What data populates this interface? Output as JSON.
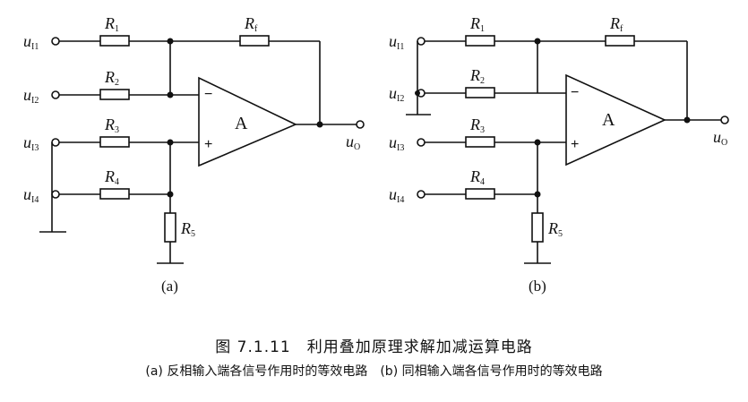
{
  "circuit_a": {
    "inputs": [
      "u",
      "u",
      "u",
      "u"
    ],
    "input_subs": [
      "I1",
      "I2",
      "I3",
      "I4"
    ],
    "resistors": [
      "R",
      "R",
      "R",
      "R",
      "R",
      "R"
    ],
    "resistor_subs": [
      "1",
      "2",
      "3",
      "4",
      "5",
      "f"
    ],
    "amp_label": "A",
    "minus": "−",
    "plus": "+",
    "output": "u",
    "output_sub": "O",
    "label": "(a)"
  },
  "circuit_b": {
    "inputs": [
      "u",
      "u",
      "u",
      "u"
    ],
    "input_subs": [
      "I1",
      "I2",
      "I3",
      "I4"
    ],
    "resistors": [
      "R",
      "R",
      "R",
      "R",
      "R",
      "R"
    ],
    "resistor_subs": [
      "1",
      "2",
      "3",
      "4",
      "5",
      "f"
    ],
    "amp_label": "A",
    "minus": "−",
    "plus": "+",
    "output": "u",
    "output_sub": "O",
    "label": "(b)"
  },
  "caption": {
    "title": "图 7.1.11　利用叠加原理求解加减运算电路",
    "subtitle": "(a) 反相输入端各信号作用时的等效电路　(b) 同相输入端各信号作用时的等效电路"
  }
}
